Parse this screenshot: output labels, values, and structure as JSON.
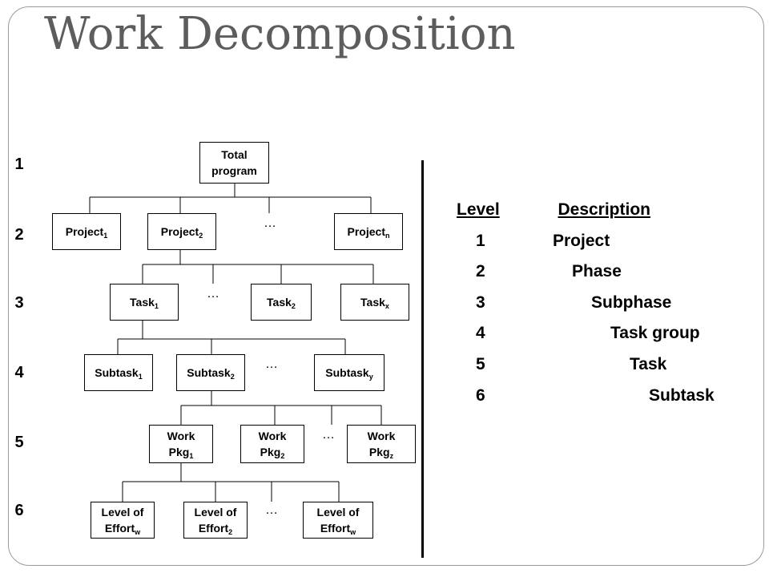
{
  "title": "Work Decomposition",
  "level_numbers": [
    "1",
    "2",
    "3",
    "4",
    "5",
    "6"
  ],
  "nodes": {
    "total": {
      "line1": "Total",
      "line2": "program"
    },
    "project1": {
      "text": "Project",
      "sub": "1"
    },
    "project2": {
      "text": "Project",
      "sub": "2"
    },
    "projectn": {
      "text": "Project",
      "sub": "n"
    },
    "task1": {
      "text": "Task",
      "sub": "1"
    },
    "task2": {
      "text": "Task",
      "sub": "2"
    },
    "taskx": {
      "text": "Task",
      "sub": "x"
    },
    "subtask1": {
      "text": "Subtask",
      "sub": "1"
    },
    "subtask2": {
      "text": "Subtask",
      "sub": "2"
    },
    "subtasky": {
      "text": "Subtask",
      "sub": "y"
    },
    "workpkg1": {
      "line1": "Work",
      "line2": "Pkg",
      "sub": "1"
    },
    "workpkg2": {
      "line1": "Work",
      "line2": "Pkg",
      "sub": "2"
    },
    "workpkgz": {
      "line1": "Work",
      "line2": "Pkg",
      "sub": "z"
    },
    "loe1": {
      "line1": "Level of",
      "line2": "Effort",
      "sub": "w"
    },
    "loe2": {
      "line1": "Level of",
      "line2": "Effort",
      "sub": "2"
    },
    "loe3": {
      "line1": "Level of",
      "line2": "Effort",
      "sub": "w"
    }
  },
  "ellipsis": "…",
  "legend": {
    "header_level": "Level",
    "header_description": "Description",
    "rows": [
      {
        "level": "1",
        "description": "Project"
      },
      {
        "level": "2",
        "description": "Phase"
      },
      {
        "level": "3",
        "description": "Subphase"
      },
      {
        "level": "4",
        "description": "Task group"
      },
      {
        "level": "5",
        "description": "Task"
      },
      {
        "level": "6",
        "description": "Subtask"
      }
    ]
  }
}
